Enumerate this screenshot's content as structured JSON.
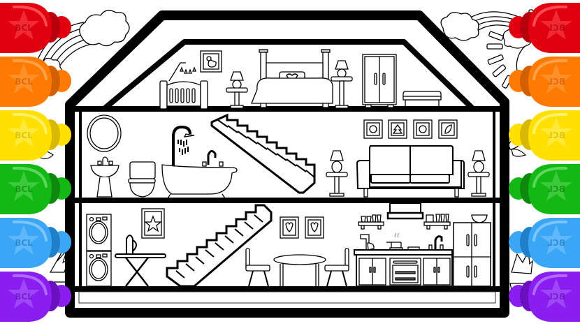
{
  "scene": {
    "title": "Coloring page: dollhouse with three floors",
    "background": "#ffffff",
    "line_color": "#000000"
  },
  "markers": {
    "label": "BCL",
    "left": [
      {
        "name": "red",
        "color": "#e00010",
        "dark": "#b8000c",
        "light": "#ff4a50"
      },
      {
        "name": "orange",
        "color": "#ff7a00",
        "dark": "#d25f00",
        "light": "#ffa24a"
      },
      {
        "name": "yellow",
        "color": "#ffe000",
        "dark": "#d8b800",
        "light": "#fff06a"
      },
      {
        "name": "green",
        "color": "#14b814",
        "dark": "#0d8a0d",
        "light": "#5ad85a"
      },
      {
        "name": "blue",
        "color": "#3aa6f5",
        "dark": "#1f7fc8",
        "light": "#7cc6ff"
      },
      {
        "name": "purple",
        "color": "#8a1ef0",
        "dark": "#6a10c0",
        "light": "#b06aff"
      }
    ],
    "right": [
      {
        "name": "red",
        "color": "#e00010",
        "dark": "#b8000c",
        "light": "#ff4a50"
      },
      {
        "name": "orange",
        "color": "#ff7a00",
        "dark": "#d25f00",
        "light": "#ffa24a"
      },
      {
        "name": "yellow",
        "color": "#ffe000",
        "dark": "#d8b800",
        "light": "#fff06a"
      },
      {
        "name": "green",
        "color": "#14b814",
        "dark": "#0d8a0d",
        "light": "#5ad85a"
      },
      {
        "name": "blue",
        "color": "#3aa6f5",
        "dark": "#1f7fc8",
        "light": "#7cc6ff"
      },
      {
        "name": "purple",
        "color": "#8a1ef0",
        "dark": "#6a10c0",
        "light": "#b06aff"
      }
    ]
  },
  "house": {
    "floors": [
      {
        "name": "attic-bedroom",
        "items": [
          "crib",
          "crib-mobile",
          "bird-picture",
          "table-lamp",
          "bed",
          "heart-pillow",
          "table-lamp",
          "wardrobe",
          "bench"
        ]
      },
      {
        "name": "bathroom-living-room",
        "items": [
          "round-mirror",
          "pedestal-sink",
          "toilet",
          "bathtub",
          "shower-head",
          "staircase",
          "table-lamp",
          "sofa",
          "table-lamp",
          "picture-smiley",
          "picture-tree",
          "picture-flower",
          "picture-leaf"
        ]
      },
      {
        "name": "laundry-dining-kitchen",
        "items": [
          "washing-machine",
          "dryer",
          "iron",
          "ironing-board",
          "star-picture",
          "staircase",
          "heart-picture",
          "heart-picture",
          "chair",
          "round-table",
          "chair",
          "range-hood",
          "shelf",
          "stand-mixer",
          "pot",
          "sink-faucet",
          "oven",
          "cabinets",
          "refrigerator",
          "bowl"
        ]
      }
    ]
  },
  "decorations": [
    "rainbow-left",
    "cloud-left",
    "rainbow-right",
    "cloud-right",
    "sun",
    "butterfly-left",
    "butterfly-right",
    "potted-plant-left",
    "potted-plant-right"
  ]
}
